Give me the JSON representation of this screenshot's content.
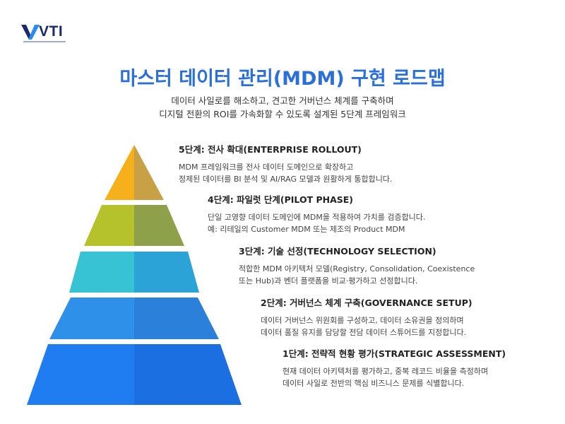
{
  "logo": {
    "text": "VTI"
  },
  "header": {
    "title": "마스터 데이터 관리(MDM) 구현 로드맵",
    "subtitle": [
      "데이터 사일로를 해소하고, 견고한 거버넌스 체계를 구축하며",
      "디지털 전환의 ROI를 가속화할 수 있도록 설계된 5단계 프레임워크"
    ]
  },
  "colors": {
    "title": "#2a6fdb",
    "heading": "#222222",
    "body": "#444444",
    "logo_navy": "#1b2a6b",
    "logo_blue": "#2a8cf0"
  },
  "stages": [
    {
      "heading": "5단계: 전사 확대(ENTERPRISE ROLLOUT)",
      "desc": [
        "MDM 프레임워크를 전사 데이터 도메인으로 확장하고",
        "정제된 데이터를 BI 분석 및 AI/RAG 모델과 원활하게 통합합니다."
      ],
      "color_left": "#f6b01c",
      "color_right": "#c8a146"
    },
    {
      "heading": "4단계: 파일럿 단계(PILOT PHASE)",
      "desc": [
        "단일 고영향 데이터 도메인에 MDM을 적용하여 가치를 검증합니다.",
        "예: 리테일의 Customer MDM 또는 제조의 Product MDM"
      ],
      "color_left": "#b5c22b",
      "color_right": "#8fa04b"
    },
    {
      "heading": "3단계: 기술 선정(TECHNOLOGY SELECTION)",
      "desc": [
        "적합한 MDM 아키텍처 모델(Registry, Consolidation, Coexistence",
        "또는 Hub)과 벤더 플랫폼을 비교·평가하고 선정합니다."
      ],
      "color_left": "#38c3d4",
      "color_right": "#2ca3d6"
    },
    {
      "heading": "2단계: 거버넌스 체계 구축(GOVERNANCE SETUP)",
      "desc": [
        "데이터 거버넌스 위원회를 구성하고, 데이터 소유권을 정의하며",
        "데이터 품질 유지를 담당할 전담 데이터 스튜어드를 지정합니다."
      ],
      "color_left": "#2f90ea",
      "color_right": "#2b80da"
    },
    {
      "heading": "1단계: 전략적 현황 평가(STRATEGIC ASSESSMENT)",
      "desc": [
        "현재 데이터 아키텍처를 평가하고, 중복 레코드 비율을 측정하며",
        "데이터 사일로 전반의 핵심 비즈니스 문제를 식별합니다."
      ],
      "color_left": "#1f7cf1",
      "color_right": "#1b6fe0"
    }
  ]
}
